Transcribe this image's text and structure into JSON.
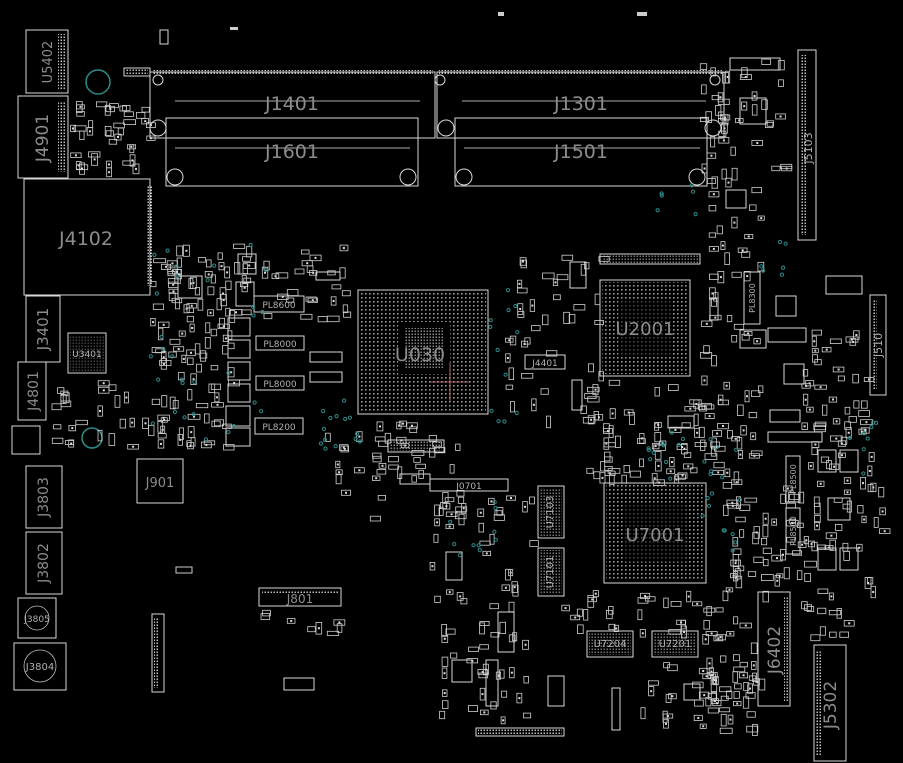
{
  "board": {
    "background": "#000000",
    "outline_color": "#d8d8d8",
    "label_color": "#8c8c8c",
    "via_color": "#2e8b8b"
  },
  "labels": {
    "j1401": "J1401",
    "j1301": "J1301",
    "j1601": "J1601",
    "j1501": "J1501",
    "j4901": "J4901",
    "j4102": "J4102",
    "j3401": "J3401",
    "j4801": "J4801",
    "j3803": "J3803",
    "j3802": "J3802",
    "j3805": "J3805",
    "j3804": "J3804",
    "j901": "J901",
    "j801": "J801",
    "u5402": "U5402",
    "u3401": "U3401",
    "u0301": "U030",
    "u2001": "U2001",
    "u7001": "U7001",
    "j4401": "J4401",
    "j0701": "J0701",
    "j6402": "J6402",
    "j5302": "J5302",
    "j5103": "J5103",
    "j5101": "J510",
    "u7201": "U7201",
    "u7204": "U7204",
    "u7103": "U7103",
    "u7101": "U7101",
    "pl8600": "PL8600",
    "pl8000a": "PL8000",
    "pl8000b": "PL8000",
    "pl8200": "PL8200",
    "pl8500a": "PL8500",
    "pl8500b": "PL8500",
    "pl8300": "PL8300"
  }
}
